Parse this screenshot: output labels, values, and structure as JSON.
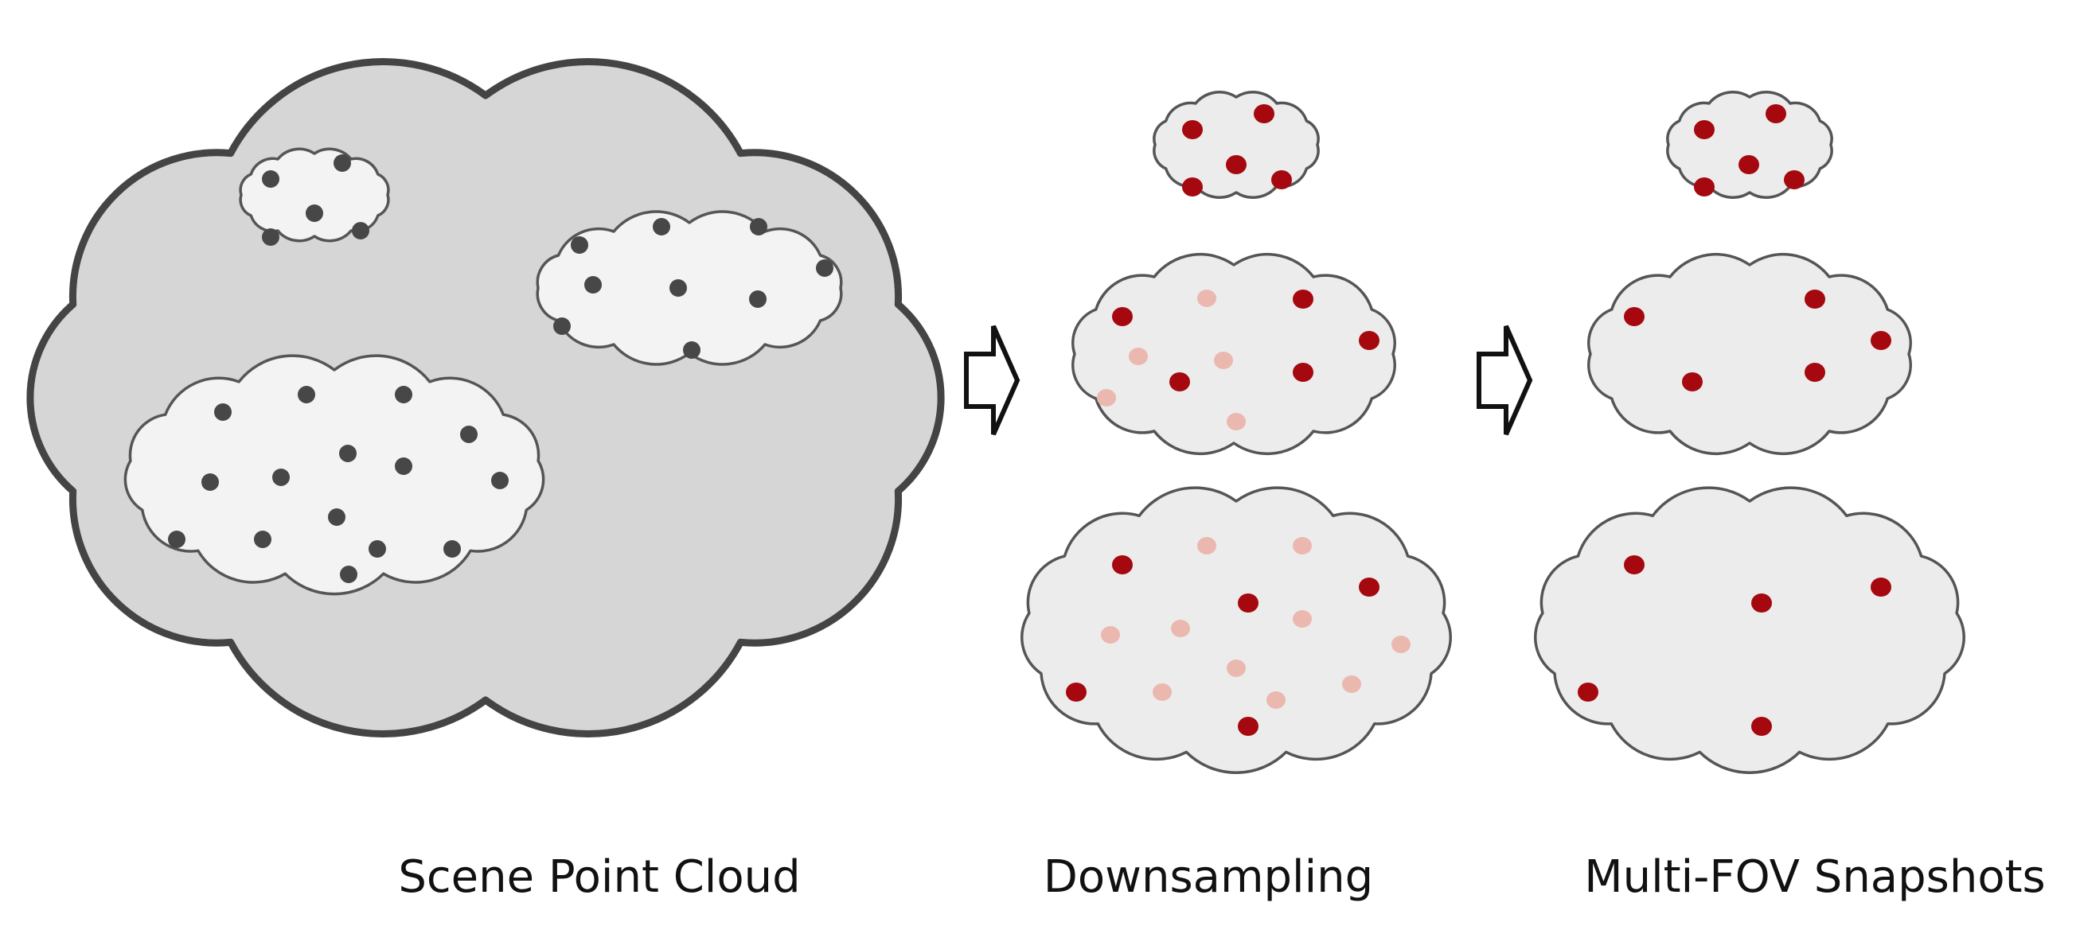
{
  "labels": {
    "scene": "Scene Point Cloud",
    "down": "Downsampling",
    "multi": "Multi-FOV Snapshots"
  },
  "colors": {
    "background": "#ffffff",
    "scene_cloud_fill": "#d6d6d6",
    "scene_cloud_outline": "#444444",
    "inner_cloud_fill": "#f3f3f3",
    "snapshot_cloud_fill": "#ececec",
    "scene_point": "#474747",
    "kept_point": "#a5080e",
    "removed_point": "#ebb8b0",
    "arrow_outline": "#111111"
  },
  "icons": [
    "right-arrow-outline-icon",
    "right-arrow-outline-icon"
  ]
}
